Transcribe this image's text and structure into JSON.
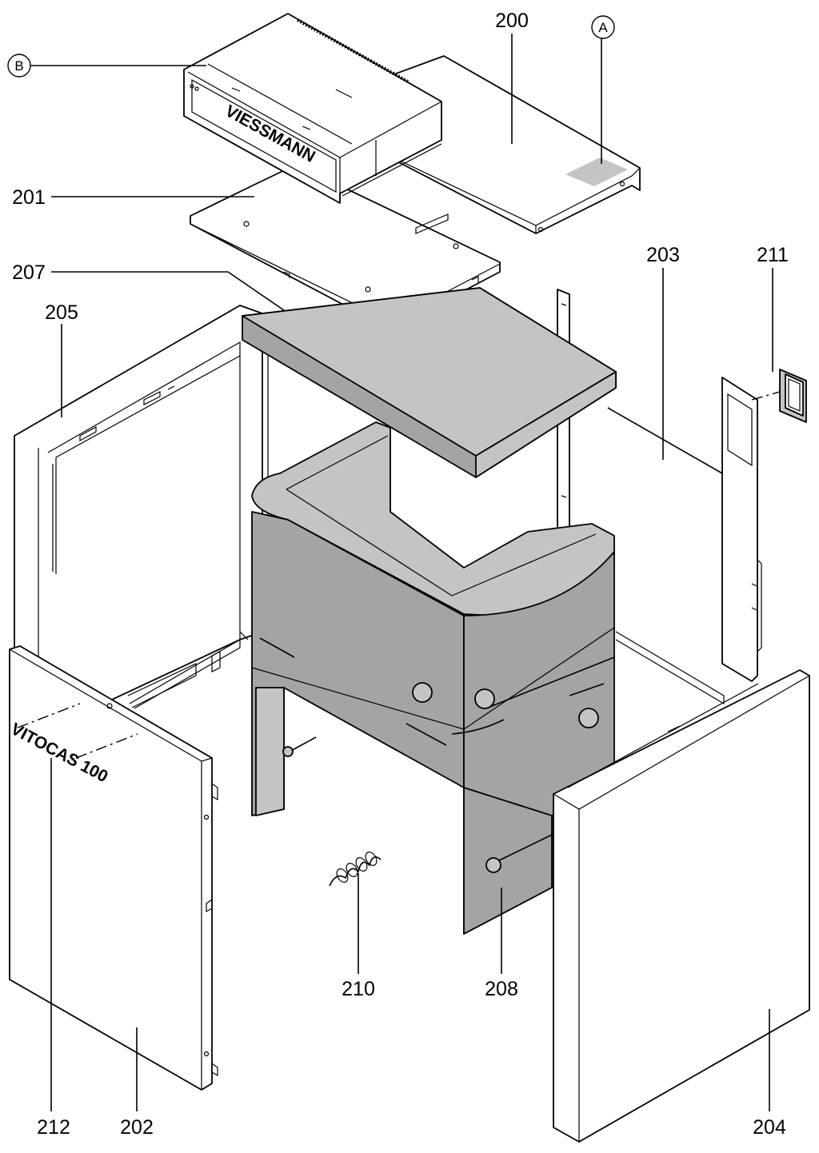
{
  "labels": {
    "l200": "200",
    "l201": "201",
    "l202": "202",
    "l203": "203",
    "l204": "204",
    "l205": "205",
    "l207": "207",
    "l208": "208",
    "l210": "210",
    "l211": "211",
    "l212": "212"
  },
  "markers": {
    "a": "A",
    "b": "B"
  },
  "brands": {
    "control_unit": "VIESSMANN",
    "front_panel": "VITOCAS 100"
  }
}
